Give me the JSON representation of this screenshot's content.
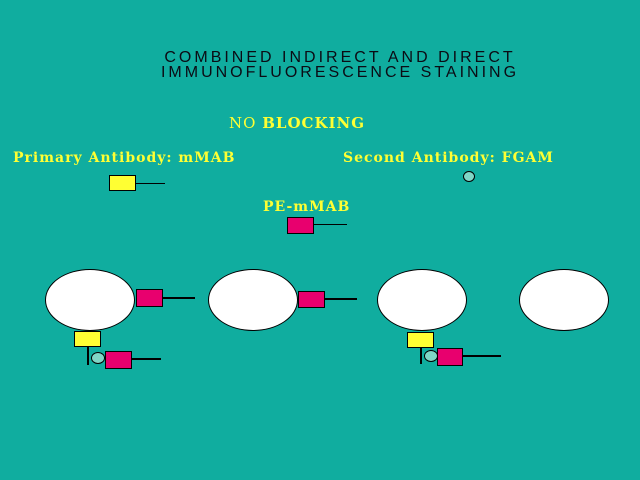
{
  "title_line1": "COMBINED INDIRECT AND DIRECT",
  "title_line2": "IMMUNOFLUORESCENCE STAINING",
  "subtitle_prefix": "NO",
  "subtitle_bold": "BLOCKING",
  "legend": {
    "primary": "Primary Antibody: mMAB",
    "second": "Second Antibody: FGAM",
    "pe": "PE-mMAB"
  },
  "colors": {
    "background": "#10ad9f",
    "primary_antibody": "#ffff33",
    "pe_antibody": "#e8006e",
    "second_antibody": "#7fd6c6",
    "cell": "#ffffff"
  }
}
